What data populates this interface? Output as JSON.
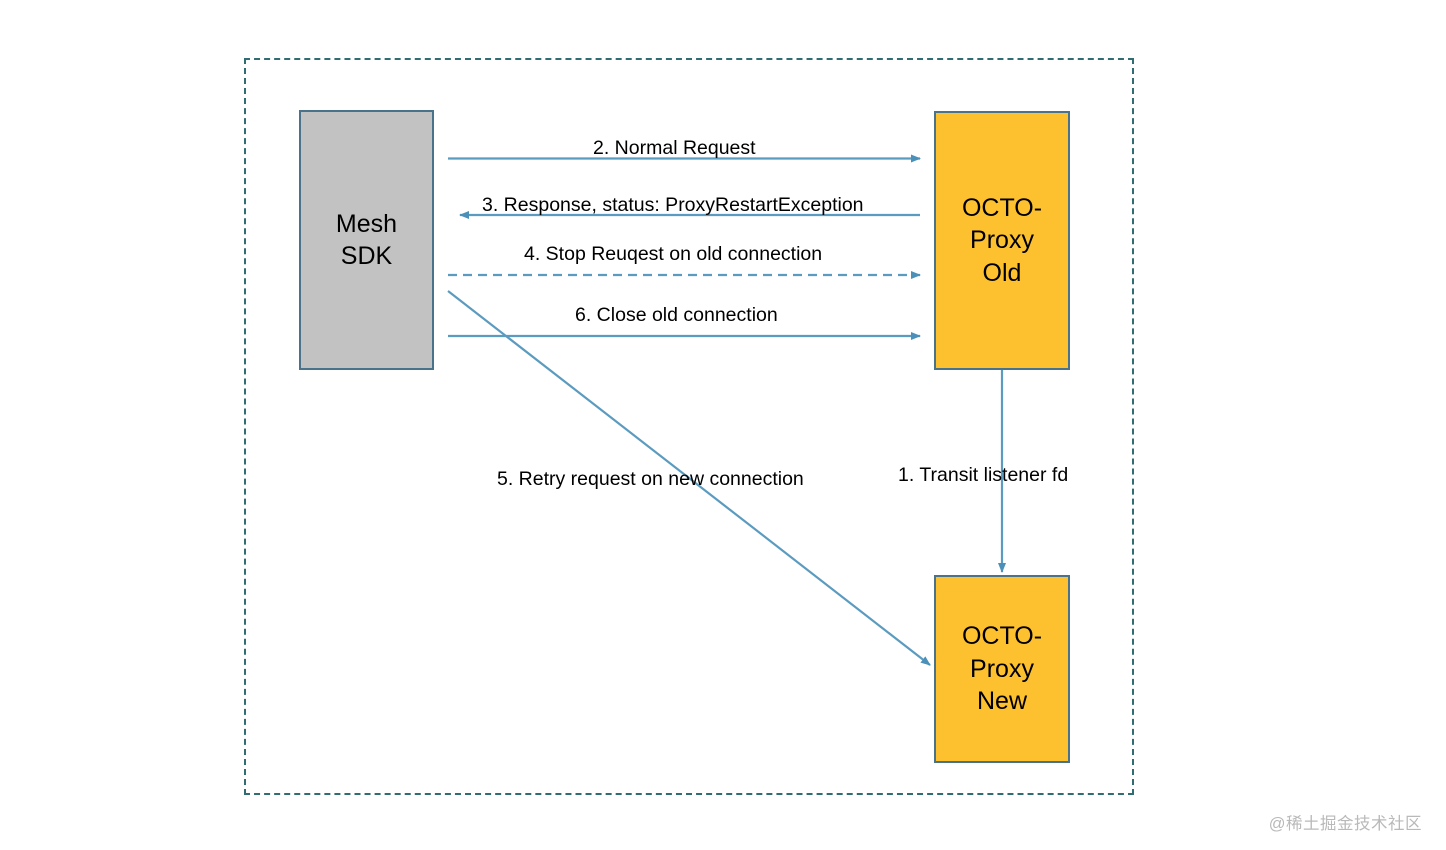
{
  "diagram": {
    "type": "sequence-flow",
    "nodes": [
      {
        "id": "mesh-sdk",
        "lines": [
          "Mesh",
          "SDK"
        ],
        "fill": "#c2c2c2",
        "stroke": "#4a7289"
      },
      {
        "id": "octo-proxy-old",
        "lines": [
          "OCTO-",
          "Proxy",
          "Old"
        ],
        "fill": "#fdc12f",
        "stroke": "#4a7289"
      },
      {
        "id": "octo-proxy-new",
        "lines": [
          "OCTO-",
          "Proxy",
          "New"
        ],
        "fill": "#fdc12f",
        "stroke": "#4a7289"
      }
    ],
    "edges": [
      {
        "id": "step-1",
        "label": "1. Transit listener fd",
        "from": "octo-proxy-old",
        "to": "octo-proxy-new",
        "style": "solid",
        "direction": "down"
      },
      {
        "id": "step-2",
        "label": "2. Normal Request",
        "from": "mesh-sdk",
        "to": "octo-proxy-old",
        "style": "solid",
        "direction": "right"
      },
      {
        "id": "step-3",
        "label": "3. Response, status: ProxyRestartException",
        "from": "octo-proxy-old",
        "to": "mesh-sdk",
        "style": "solid",
        "direction": "left"
      },
      {
        "id": "step-4",
        "label": "4. Stop Reuqest on old connection",
        "from": "mesh-sdk",
        "to": "octo-proxy-old",
        "style": "dashed",
        "direction": "right"
      },
      {
        "id": "step-5",
        "label": "5. Retry request on new connection",
        "from": "mesh-sdk",
        "to": "octo-proxy-new",
        "style": "solid",
        "direction": "diagonal"
      },
      {
        "id": "step-6",
        "label": "6. Close old connection",
        "from": "mesh-sdk",
        "to": "octo-proxy-old",
        "style": "solid",
        "direction": "right"
      }
    ],
    "colors": {
      "arrow": "#5b9bbf",
      "arrow_dark": "#4a90b8",
      "container_border": "#2f6d73",
      "node_border": "#4a7289",
      "node_gray": "#c2c2c2",
      "node_yellow": "#fdc12f",
      "watermark": "#b9b9b9"
    }
  },
  "watermark": {
    "text": "@稀土掘金技术社区"
  }
}
